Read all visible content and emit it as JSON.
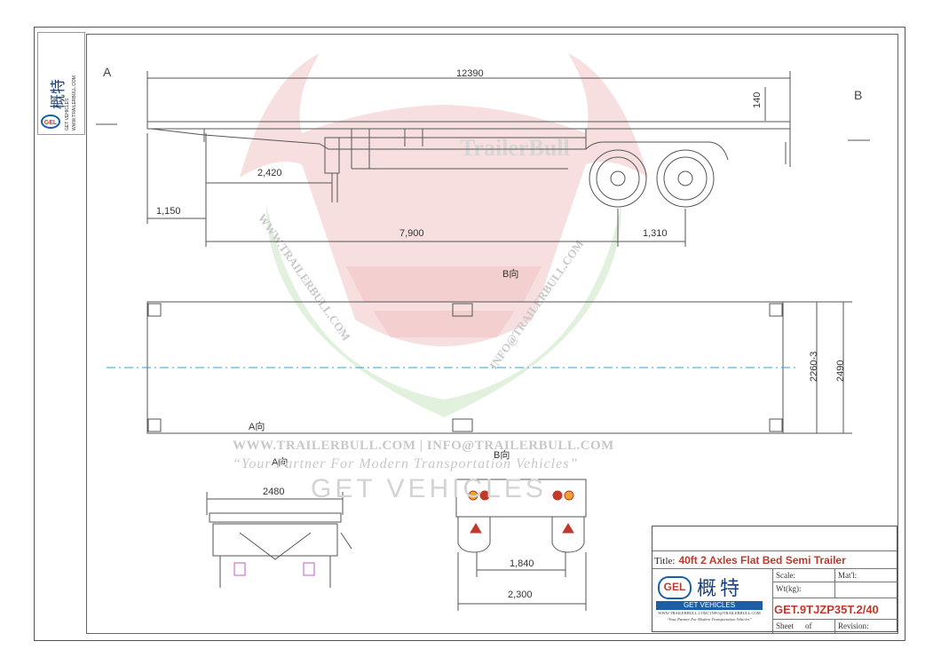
{
  "colors": {
    "accent_red": "#c0392b",
    "brand_blue": "#1a5fa8",
    "line": "#555555",
    "watermark_red": "#e8a0a0",
    "watermark_green": "#b9dcb0"
  },
  "sections": {
    "a_left": "A",
    "b_right": "B",
    "b_view": "B向",
    "a_view": "A向",
    "b_small": "B向",
    "a_small": "A向"
  },
  "dimensions": {
    "overall_length": "12390",
    "deck_height": "140",
    "kingpin": "2,420",
    "front_overhang": "1,150",
    "wheelbase_main": "7,900",
    "axle_spacing": "1,310",
    "width_total": "2490",
    "width_lock": "2260-3",
    "front_width": "2480",
    "track_rear": "1,840",
    "rear_width": "2,300"
  },
  "watermark": {
    "web": "WWW.TRAILERBULL.COM   |   INFO@TRAILERBULL.COM",
    "slogan": "“Your Partner For Modern Transportation Vehicles”",
    "brand": "GET VEHICLES",
    "diag_left": "WWW.TRAILERBULL.COM",
    "diag_right": "INFO@TRAILERBULL.COM",
    "trailerbull": "TrailerBull"
  },
  "sidebar": {
    "badge": "GEL",
    "cn": "概特",
    "line1": "GET VEHICLES",
    "line2": "WWW.TRAILERBULL.COM"
  },
  "title_block": {
    "title_label": "Title:",
    "title_value": "40ft 2 Axles Flat Bed Semi Trailer",
    "scale_label": "Scale:",
    "matl_label": "Mat'l:",
    "wt_label": "Wt(kg):",
    "code": "GET.9TJZP35T.2/40",
    "sheet_label": "Sheet",
    "of_label": "of",
    "revision_label": "Revision:",
    "logo_badge": "GEL",
    "logo_cn": "概特",
    "logo_bar": "GET VEHICLES",
    "logo_small1": "WWW.TRAILERBULL.COM  |  INFO@TRAILERBULL.COM",
    "logo_small2": "“Your Partner For Modern Transportation Vehicles”"
  }
}
